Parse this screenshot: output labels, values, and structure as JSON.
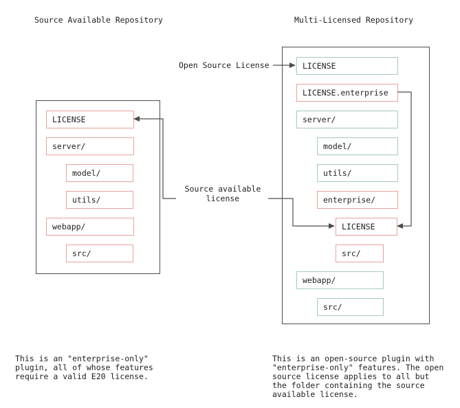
{
  "colors": {
    "source_available": "#e9a19b",
    "open_source": "#a3c9bd",
    "line": "#4d4d4d",
    "text": "#1f1f1f"
  },
  "left_repo": {
    "title": "Source Available Repository",
    "items": [
      {
        "label": "LICENSE",
        "license": "source-available"
      },
      {
        "label": "server/",
        "license": "source-available"
      },
      {
        "label": "model/",
        "license": "source-available"
      },
      {
        "label": "utils/",
        "license": "source-available"
      },
      {
        "label": "webapp/",
        "license": "source-available"
      },
      {
        "label": "src/",
        "license": "source-available"
      }
    ],
    "caption": "This is an \"enterprise-only\"\nplugin, all of whose features\nrequire a valid E20 license."
  },
  "right_repo": {
    "title": "Multi-Licensed Repository",
    "items": [
      {
        "label": "LICENSE",
        "license": "open-source"
      },
      {
        "label": "LICENSE.enterprise",
        "license": "source-available"
      },
      {
        "label": "server/",
        "license": "open-source"
      },
      {
        "label": "model/",
        "license": "open-source"
      },
      {
        "label": "utils/",
        "license": "open-source"
      },
      {
        "label": "enterprise/",
        "license": "source-available"
      },
      {
        "label": "LICENSE",
        "license": "source-available"
      },
      {
        "label": "src/",
        "license": "source-available"
      },
      {
        "label": "webapp/",
        "license": "open-source"
      },
      {
        "label": "src/",
        "license": "open-source"
      }
    ],
    "caption": "This is an open-source plugin with\n\"enterprise-only\" features. The open\nsource license applies to all but\nthe folder containing the source\navailable license."
  },
  "annotations": {
    "open_source_license": "Open Source License",
    "source_available_license": "Source available\nlicense"
  }
}
